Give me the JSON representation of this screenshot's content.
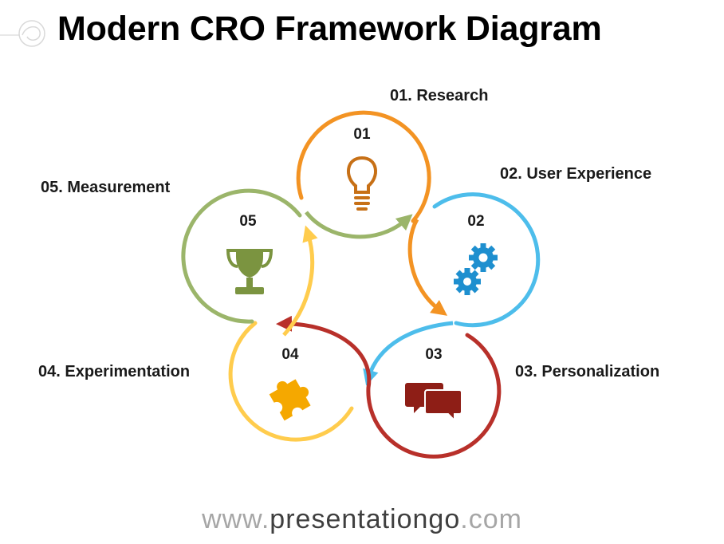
{
  "title": "Modern CRO Framework Diagram",
  "steps": [
    {
      "num": "01",
      "label": "01. Research",
      "color": "#F39323",
      "icon": "lightbulb-icon",
      "icon_color": "#C77016"
    },
    {
      "num": "02",
      "label": "02. User Experience",
      "color": "#4DBDEB",
      "icon": "gears-icon",
      "icon_color": "#1E8FCF"
    },
    {
      "num": "03",
      "label": "03. Personalization",
      "color": "#B8302A",
      "icon": "chat-bubbles-icon",
      "icon_color": "#8E1E16"
    },
    {
      "num": "04",
      "label": "04. Experimentation",
      "color": "#FFCC4D",
      "icon": "puzzle-piece-icon",
      "icon_color": "#F5A800"
    },
    {
      "num": "05",
      "label": "05. Measurement",
      "color": "#9BB56A",
      "icon": "trophy-icon",
      "icon_color": "#7B9440"
    }
  ],
  "footer": {
    "prefix": "www.",
    "middle": "presentationgo",
    "suffix": ".com"
  }
}
